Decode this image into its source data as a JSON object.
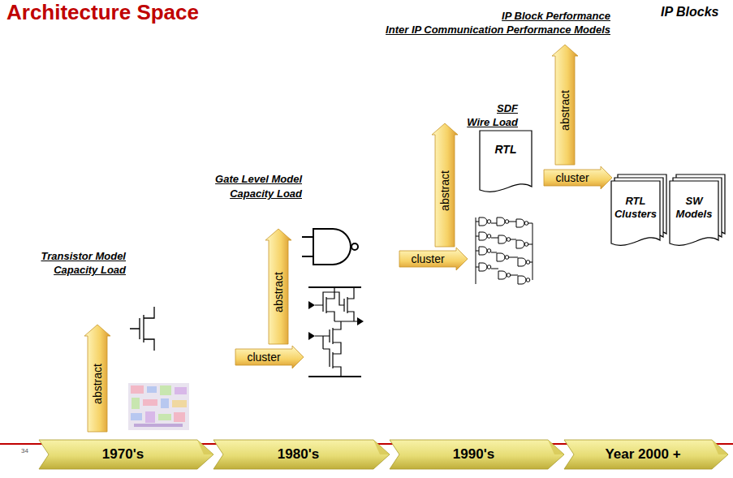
{
  "diagram": {
    "title": "Architecture Space",
    "nodes": [
      {
        "text": [
          "abstract"
        ]
      },
      {
        "text": [
          "abstract"
        ]
      },
      {
        "text": [
          "cluster"
        ]
      },
      {
        "text": [
          "abstract"
        ]
      },
      {
        "text": [
          "cluster"
        ]
      },
      {
        "text": [
          "RTL"
        ]
      },
      {
        "text": [
          "abstract"
        ]
      },
      {
        "text": [
          "cluster"
        ]
      },
      {
        "text": [
          "RTL Clusters"
        ]
      },
      {
        "text": [
          "SW Models"
        ]
      },
      {
        "text": [
          "1970's"
        ]
      },
      {
        "text": [
          "1980's"
        ]
      },
      {
        "text": [
          "1990's"
        ]
      },
      {
        "text": [
          "Year 2000 +"
        ]
      }
    ],
    "labels": [
      "IP Blocks",
      "IP Block Performance",
      "Inter IP Communication Performance Models",
      "SDF",
      "Wire Load",
      "Gate Level Model",
      "Capacity Load",
      "Transistor Model",
      "Capacity Load",
      "34"
    ]
  }
}
